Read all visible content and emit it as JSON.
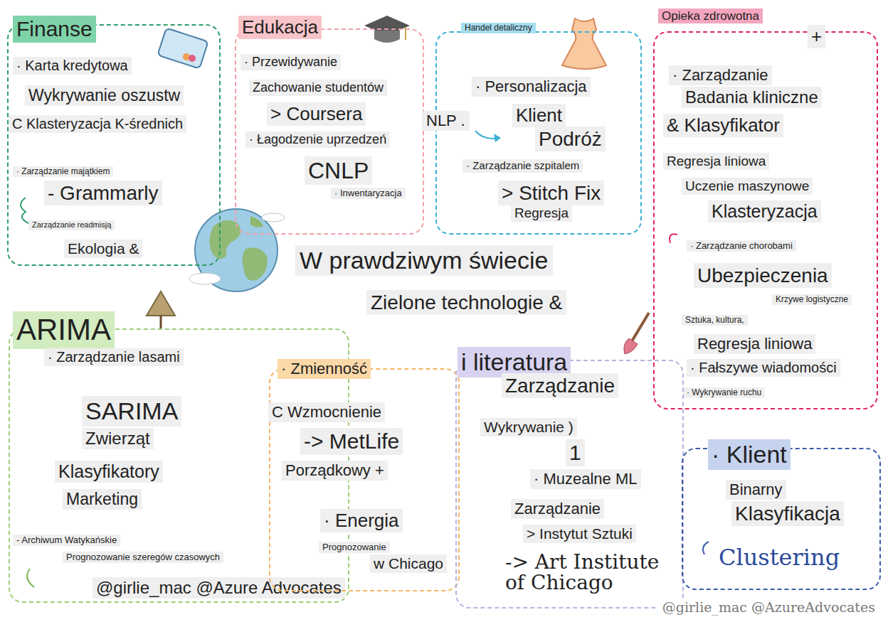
{
  "diagram": {
    "title": "W prawdziwym świecie",
    "nodes": [
      {
        "text": [
          "Finanse",
          "· Karta kredytowa",
          "Wykrywanie oszustw",
          "C Klasteryzacja K-średnich",
          "· Zarządzanie majątkiem",
          "- Grammarly",
          "Zarządzanie readmisją",
          "Ekologia &"
        ]
      },
      {
        "text": [
          "Edukacja",
          "· Przewidywanie",
          "Zachowanie studentów",
          "> Coursera",
          "· Łagodzenie uprzedzeń",
          "CNLP",
          "· Inwentaryzacja"
        ]
      },
      {
        "text": [
          "Handel detaliczny",
          "· Personalizacja",
          "Klient",
          "Podróż",
          "· Zarządzanie szpitalem",
          "> Stitch Fix",
          "Regresja"
        ]
      },
      {
        "text": [
          "Opieka zdrowotna",
          "+",
          "· Zarządzanie",
          "Badania kliniczne",
          "& Klasyfikator",
          "Regresja liniowa",
          "Uczenie maszynowe",
          "Klasteryzacja",
          "· Zarządzanie chorobami",
          "Ubezpieczenia",
          "Krzywe logistyczne",
          "Sztuka, kultura,",
          "Regresja liniowa",
          "· Fałszywe wiadomości",
          "· Wykrywanie ruchu"
        ]
      },
      {
        "text": [
          "ARIMA",
          "· Zarządzanie lasami",
          "SARIMA",
          "Zwierząt",
          "Klasyfikatory",
          "Marketing",
          "- Archiwum Watykańskie",
          "Prognozowanie szeregów czasowych",
          "@girlie_mac @Azure Advocates"
        ]
      },
      {
        "text": [
          "· Zmienność",
          "C Wzmocnienie",
          "-> MetLife",
          "Porządkowy +",
          "· Energia",
          "Prognozowanie",
          "w Chicago"
        ]
      },
      {
        "text": [
          "i literatura",
          "Zarządzanie",
          "Wykrywanie )",
          "1",
          "· Muzealne ML",
          "Zarządzanie",
          "> Instytut Sztuki",
          "-> Art Institute of Chicago"
        ]
      },
      {
        "text": [
          "· Klient",
          "Binarny",
          "Klasyfikacja",
          "Clustering"
        ]
      }
    ],
    "labels": [
      "NLP .",
      "Zielone technologie &",
      "@girlie_mac @AzureAdvocates"
    ]
  }
}
